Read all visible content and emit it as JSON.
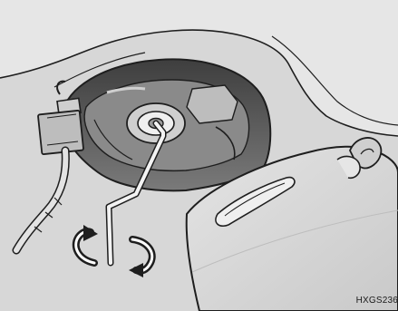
{
  "figure": {
    "code": "HXGS236",
    "background_color": "#d7d7d7",
    "line_color": "#1e1e1e",
    "dark_shade": "#6a6a6a",
    "parts": [
      "ceiling-panel",
      "lamp-opening",
      "connector-plug",
      "wire-harness",
      "mounting-screw",
      "hex-wrench",
      "rotate-left-arrow",
      "rotate-right-arrow",
      "sun-visor",
      "visor-hook"
    ]
  }
}
